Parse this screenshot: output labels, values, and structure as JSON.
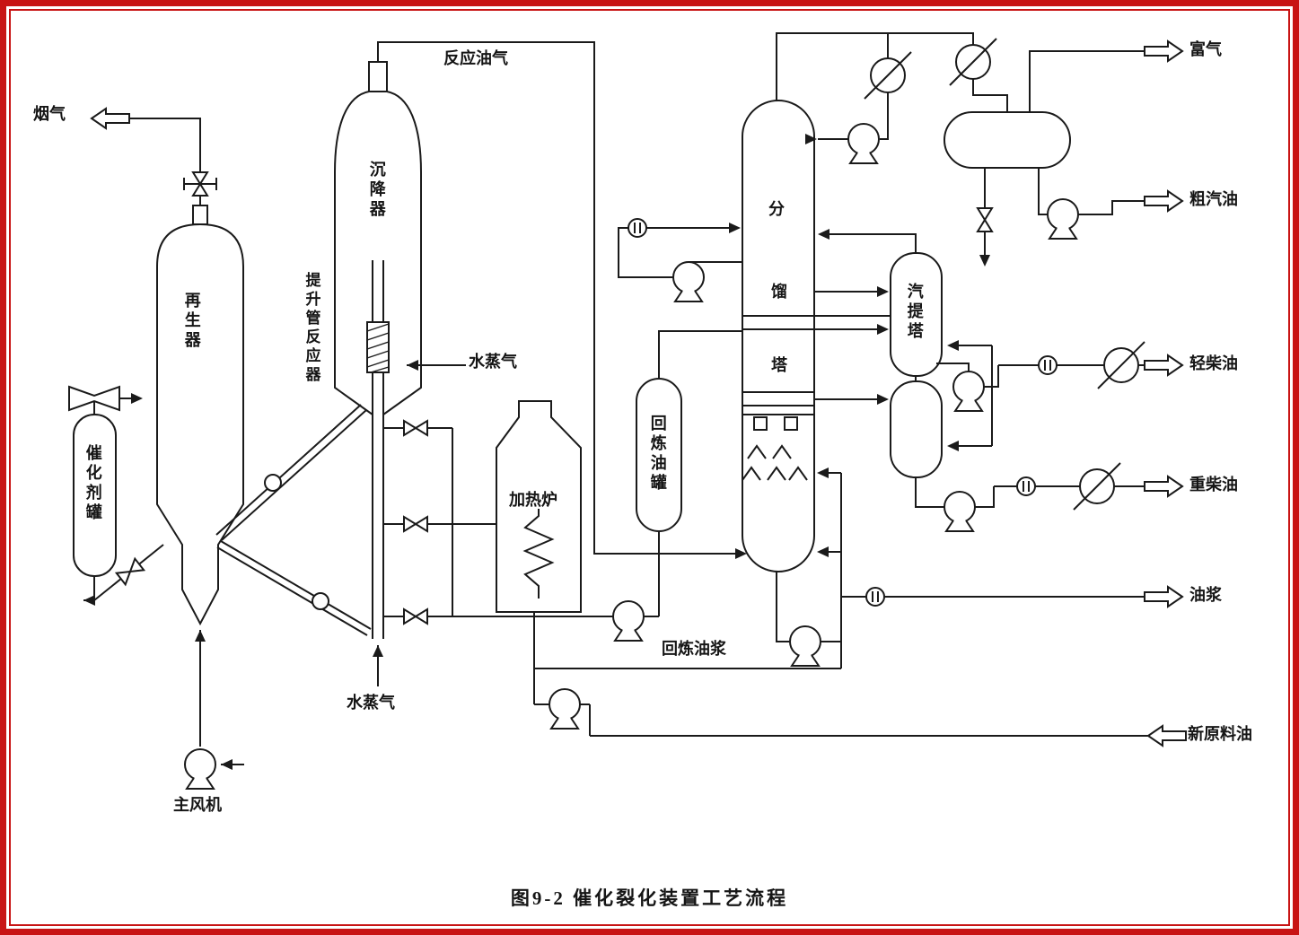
{
  "title": "图9-2  催化裂化装置工艺流程",
  "colors": {
    "frame": "#c81414",
    "line": "#1a1a1a",
    "background": "#ffffff"
  },
  "labels": {
    "flue_gas": "烟气",
    "reaction_oil_gas": "反应油气",
    "settler": "沉降器",
    "regenerator": "再生器",
    "riser_reactor": "提升管反应器",
    "steam_upper": "水蒸气",
    "steam_lower": "水蒸气",
    "catalyst_tank": "催化剂罐",
    "furnace": "加热炉",
    "recycle_oil_tank": "回炼油罐",
    "frac_char_1": "分",
    "frac_char_2": "馏",
    "frac_char_3": "塔",
    "stripper": "汽提塔",
    "recycle_oil_slurry": "回炼油浆",
    "main_blower": "主风机",
    "rich_gas": "富气",
    "crude_gasoline": "粗汽油",
    "light_diesel": "轻柴油",
    "heavy_diesel": "重柴油",
    "oil_slurry": "油浆",
    "fresh_feed": "新原料油"
  }
}
